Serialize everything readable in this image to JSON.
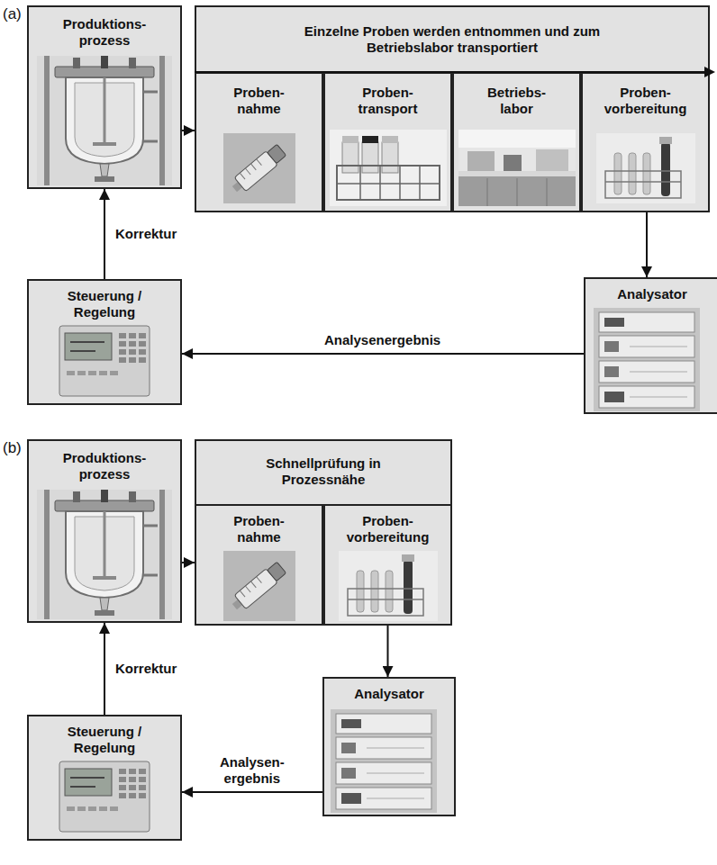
{
  "diagram": {
    "nodes": [
      {
        "text": [
          "Produktions- prozess"
        ]
      },
      {
        "text": [
          "Einzelne Proben werden entnommen und zum Betriebslabor transportiert"
        ]
      },
      {
        "text": [
          "Proben- nahme"
        ],
        "in": 1
      },
      {
        "text": [
          "Proben- transport"
        ],
        "in": 1
      },
      {
        "text": [
          "Betriebs- labor"
        ],
        "in": 1
      },
      {
        "text": [
          "Proben- vorbereitung"
        ],
        "in": 1
      },
      {
        "text": [
          "Analysator"
        ]
      },
      {
        "text": [
          "Steuerung / Regelung"
        ]
      },
      {
        "text": [
          "Produktions- prozess"
        ]
      },
      {
        "text": [
          "Schnellprüfung in Prozessnähe"
        ]
      },
      {
        "text": [
          "Proben- nahme"
        ],
        "in": 9
      },
      {
        "text": [
          "Proben- vorbereitung"
        ],
        "in": 9
      },
      {
        "text": [
          "Analysator"
        ]
      },
      {
        "text": [
          "Steuerung / Regelung"
        ]
      }
    ],
    "edges": [
      {
        "from": 0,
        "to": 1,
        "arrow": "to"
      },
      {
        "from": 5,
        "to": 6,
        "arrow": "to"
      },
      {
        "from": 6,
        "to": 7,
        "label": "Analysenergebnis",
        "arrow": "to"
      },
      {
        "from": 7,
        "to": 0,
        "label": "Korrektur",
        "arrow": "to"
      },
      {
        "from": 8,
        "to": 9,
        "arrow": "to"
      },
      {
        "from": 11,
        "to": 12,
        "arrow": "to"
      },
      {
        "from": 12,
        "to": 13,
        "label": "Analysen- ergebnis",
        "arrow": "to"
      },
      {
        "from": 13,
        "to": 8,
        "label": "Korrektur",
        "arrow": "to"
      }
    ],
    "labels": [
      "(a)",
      "(b)"
    ]
  }
}
